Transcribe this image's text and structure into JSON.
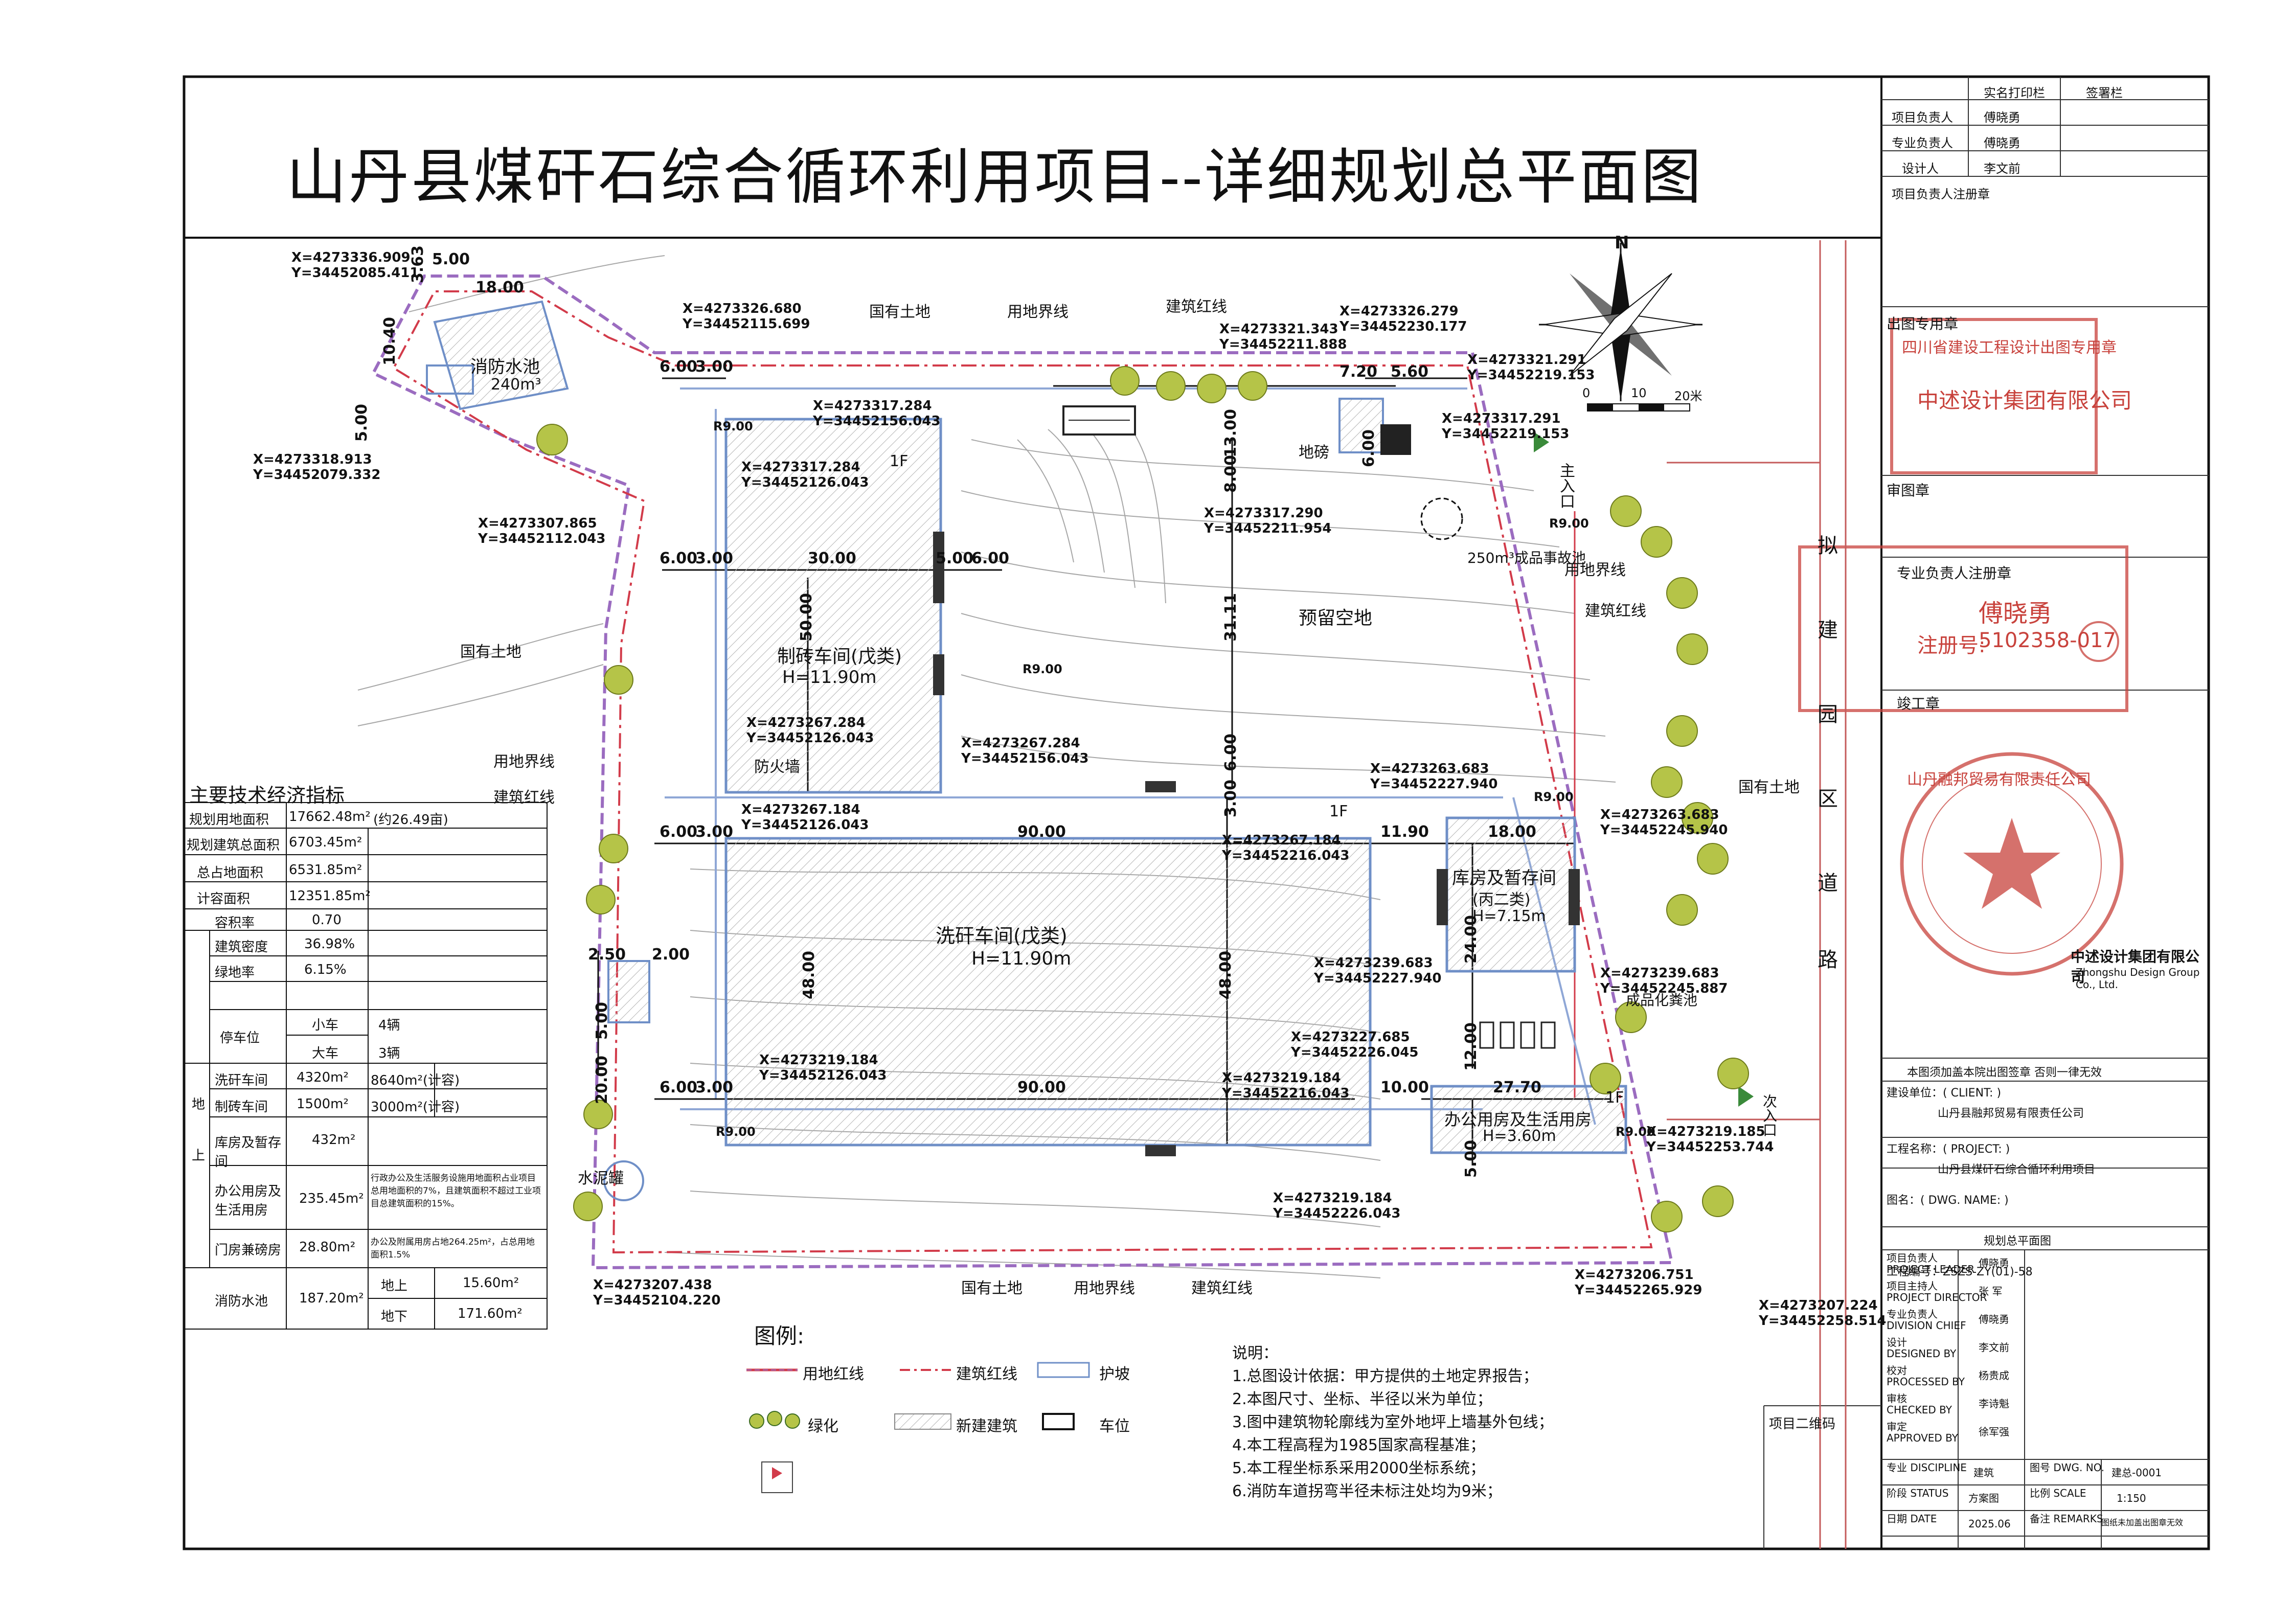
{
  "title": "山丹县煤矸石综合循环利用项目--详细规划总平面图",
  "sign_block": {
    "header": [
      "实名打印栏",
      "签署栏"
    ],
    "rows": [
      {
        "role": "项目负责人",
        "name": "傅晓勇"
      },
      {
        "role": "专业负责人",
        "name": "傅晓勇"
      },
      {
        "role": "设计人",
        "name": "李文前"
      }
    ],
    "seal_label": "项目负责人注册章"
  },
  "stamp_blocks": {
    "out_seal": "出图专用章",
    "out_seal_text": "四川省建设工程设计出图专用章",
    "company_text": "中述设计集团有限公司",
    "review_seal": "审图章",
    "specialist_seal": "专业负责人注册章",
    "specialist_name": "傅晓勇",
    "specialist_reg_label": "注册号:",
    "specialist_reg": "5102358-017",
    "approval_seal": "竣工章",
    "owner_seal": "山丹融邦贸易有限责任公司",
    "company_seal_title": "中述设计集团有限公司",
    "company_seal_en": "Zhongshu Design Group Co., Ltd."
  },
  "notes_box": {
    "qr_note": "本图须加盖本院出图签章  否则一律无效",
    "client_label": "建设单位：( CLIENT: )",
    "client": "山丹县融邦贸易有限责任公司",
    "project_label": "工程名称：( PROJECT: )",
    "project": "山丹县煤矸石综合循环利用项目",
    "drawing_label": "图名：( DWG. NAME: )",
    "drawing": "规划总平面图",
    "project_no": "工程编号：ZSZS-ZY(01)-58",
    "qr_label": "项目二维码",
    "signers": [
      {
        "role": "项目负责人",
        "en": "PROJECT LEADER",
        "name": "傅晓勇"
      },
      {
        "role": "项目主持人",
        "en": "PROJECT DIRECTOR",
        "name": "张 军"
      },
      {
        "role": "专业负责人",
        "en": "DIVISION CHIEF",
        "name": "傅晓勇"
      },
      {
        "role": "设计",
        "en": "DESIGNED BY",
        "name": "李文前"
      },
      {
        "role": "校对",
        "en": "PROCESSED BY",
        "name": "杨贵成"
      },
      {
        "role": "审核",
        "en": "CHECKED BY",
        "name": "李诗魁"
      },
      {
        "role": "审定",
        "en": "APPROVED BY",
        "name": "徐军强"
      }
    ],
    "discipline_label": "专业 DISCIPLINE",
    "discipline": "建筑",
    "dwg_no_label": "图号 DWG. NO.",
    "dwg_no": "建总-0001",
    "status_label": "阶段 STATUS",
    "status": "方案图",
    "scale_label": "比例 SCALE",
    "scale": "1:150",
    "date_label": "日期 DATE",
    "date": "2025.06",
    "remarks_label": "备注 REMARKS",
    "remarks": "图纸未加盖出图章无效"
  },
  "site_labels": {
    "state_land": "国有土地",
    "land_line": "用地界线",
    "build_line": "建筑红线",
    "fire_pool": "消防水池",
    "fire_pool_area": "240m³",
    "brick_shop": "制砖车间(戊类)",
    "brick_h": "H=11.90m",
    "wash_shop": "洗矸车间(戊类)",
    "wash_h": "H=11.90m",
    "storage": "库房及暂存间",
    "storage_class": "(丙二类)",
    "storage_h": "H=7.15m",
    "office": "办公用房及生活用房",
    "office_h": "H=3.60m",
    "reserved": "预留空地",
    "firewall": "防火墙",
    "weighbridge": "地磅",
    "accident_pool": "250m³成品事故池",
    "septic": "成品化粪池",
    "cement": "水泥罐",
    "gate_main": "主入口",
    "gate_sub": "次入口",
    "road": [
      "拟",
      "建",
      "园",
      "区",
      "道",
      "路"
    ],
    "story_1f": "1F",
    "north": "N"
  },
  "dims": {
    "d600": "6.00",
    "d300": "3.00",
    "d3000": "30.00",
    "d9000": "90.00",
    "d4800": "48.00",
    "d5000": "50.00",
    "d1800": "18.00",
    "d2400": "24.00",
    "d2770": "27.70",
    "d1000": "10.00",
    "d1200": "12.00",
    "d1190": "11.90",
    "d500": "5.00",
    "d3111": "31.11",
    "d1040": "10.40",
    "d363": "3.63",
    "d720": "7.20",
    "d560": "5.60",
    "d800": "8.00",
    "d1300": "13.00",
    "d250": "2.50",
    "d200": "2.00",
    "d2000": "20.00",
    "d600b": "6.00",
    "r900": "R9.00",
    "s0": "0",
    "s10": "10",
    "s20": "20米"
  },
  "coords": [
    {
      "x": "X=4273336.909",
      "y": "Y=34452085.411"
    },
    {
      "x": "X=4273318.913",
      "y": "Y=34452079.332"
    },
    {
      "x": "X=4273307.865",
      "y": "Y=34452112.043"
    },
    {
      "x": "X=4273326.680",
      "y": "Y=34452115.699"
    },
    {
      "x": "X=4273317.284",
      "y": "Y=34452156.043"
    },
    {
      "x": "X=4273317.284",
      "y": "Y=34452126.043"
    },
    {
      "x": "X=4273321.343",
      "y": "Y=34452211.888"
    },
    {
      "x": "X=4273326.279",
      "y": "Y=34452230.177"
    },
    {
      "x": "X=4273321.291",
      "y": "Y=34452219.153"
    },
    {
      "x": "X=4273317.291",
      "y": "Y=34452219.153"
    },
    {
      "x": "X=4273317.290",
      "y": "Y=34452211.954"
    },
    {
      "x": "X=4273267.284",
      "y": "Y=34452126.043"
    },
    {
      "x": "X=4273267.284",
      "y": "Y=34452156.043"
    },
    {
      "x": "X=4273267.184",
      "y": "Y=34452126.043"
    },
    {
      "x": "X=4273263.683",
      "y": "Y=34452227.940"
    },
    {
      "x": "X=4273263.683",
      "y": "Y=34452245.940"
    },
    {
      "x": "X=4273267.184",
      "y": "Y=34452216.043"
    },
    {
      "x": "X=4273239.683",
      "y": "Y=34452227.940"
    },
    {
      "x": "X=4273239.683",
      "y": "Y=34452245.887"
    },
    {
      "x": "X=4273227.685",
      "y": "Y=34452226.045"
    },
    {
      "x": "X=4273219.184",
      "y": "Y=34452126.043"
    },
    {
      "x": "X=4273219.184",
      "y": "Y=34452216.043"
    },
    {
      "x": "X=4273219.185",
      "y": "Y=34452253.744"
    },
    {
      "x": "X=4273219.184",
      "y": "Y=34452226.043"
    },
    {
      "x": "X=4273207.438",
      "y": "Y=34452104.220"
    },
    {
      "x": "X=4273206.751",
      "y": "Y=34452265.929"
    },
    {
      "x": "X=4273207.224",
      "y": "Y=34452258.514"
    }
  ],
  "indicators": {
    "title": "主要技术经济指标",
    "rows": [
      {
        "k": "规划用地面积",
        "v": "17662.48m²",
        "note": "(约26.49亩)"
      },
      {
        "k": "规划建筑总面积",
        "v": "6703.45m²",
        "note": ""
      },
      {
        "k": "总占地面积",
        "v": "6531.85m²",
        "note": ""
      },
      {
        "k": "计容面积",
        "v": "12351.85m²",
        "note": ""
      }
    ],
    "ratios": [
      {
        "k": "容积率",
        "v": "0.70"
      },
      {
        "k": "建筑密度",
        "v": "36.98%"
      },
      {
        "k": "绿地率",
        "v": "6.15%"
      }
    ],
    "parking_label": "停车位",
    "parking": [
      {
        "k": "小车",
        "v": "4辆"
      },
      {
        "k": "大车",
        "v": "3辆"
      }
    ],
    "side_label_1": "地",
    "side_label_2": "上",
    "areas": [
      {
        "k": "洗矸车间",
        "v": "4320m²",
        "note": "8640m²(计容)"
      },
      {
        "k": "制砖车间",
        "v": "1500m²",
        "note": "3000m²(计容)"
      },
      {
        "k": "库房及暂存间",
        "v": "432m²",
        "note": ""
      },
      {
        "k": "办公用房及生活用房",
        "v": "235.45m²",
        "note": "行政办公及生活服务设施用地面积占业项目总用地面积的7%，且建筑面积不超过工业项目总建筑面积的15%。"
      },
      {
        "k": "门房兼磅房",
        "v": "28.80m²",
        "note": "办公及附属用房占地264.25m²，占总用地面积1.5%"
      }
    ],
    "fire_pool": {
      "k": "消防水池",
      "v": "187.20m²",
      "sub": [
        {
          "k": "地上",
          "v": "15.60m²"
        },
        {
          "k": "地下",
          "v": "171.60m²"
        }
      ]
    }
  },
  "legend": {
    "title": "图例:",
    "items": [
      "用地红线",
      "建筑红线",
      "护坡",
      "绿化",
      "新建建筑",
      "车位"
    ]
  },
  "notes": {
    "title": "说明：",
    "lines": [
      "1.总图设计依据：甲方提供的土地定界报告；",
      "2.本图尺寸、坐标、半径以米为单位；",
      "3.图中建筑物轮廓线为室外地坪上墙基外包线；",
      "4.本工程高程为1985国家高程基准；",
      "5.本工程坐标系采用2000坐标系统；",
      "6.消防车道拐弯半径未标注处均为9米；"
    ]
  },
  "colors": {
    "red_line": "#d23b4a",
    "purple_line": "#9b6cc0",
    "building_blue": "#6f8fc7",
    "tree_green": "#a8b83a",
    "stamp_red": "#c8423c",
    "contour": "#8a8a8a"
  }
}
